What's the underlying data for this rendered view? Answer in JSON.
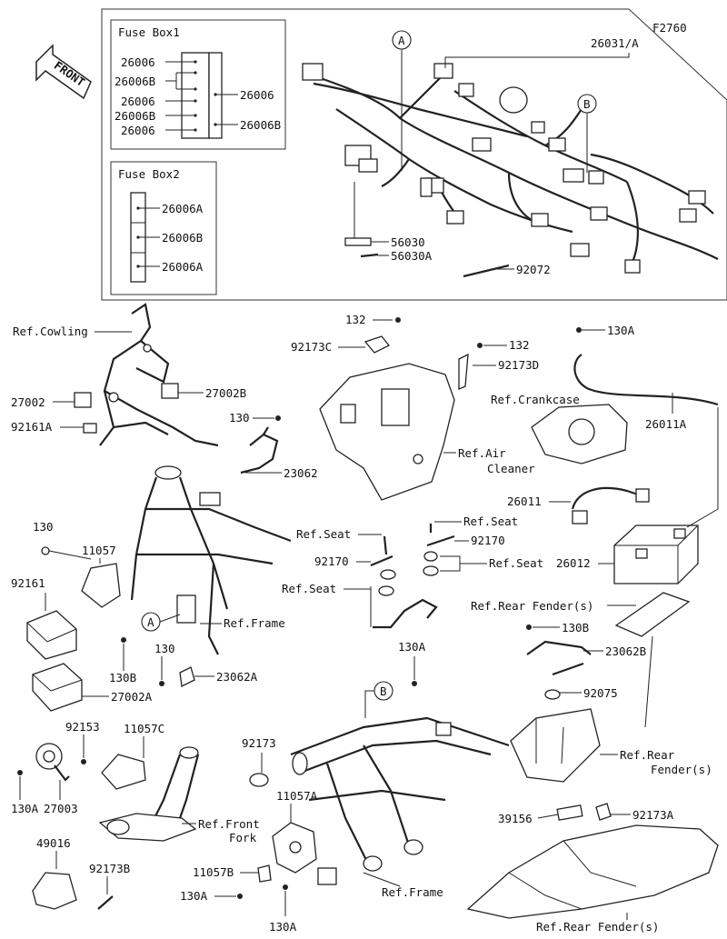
{
  "diagram_code": "F2760",
  "front_label": "FRONT",
  "fuse_box1": {
    "title": "Fuse Box1",
    "left_labels": [
      "26006",
      "26006B",
      "26006",
      "26006B",
      "26006"
    ],
    "right_labels": [
      "26006",
      "26006B"
    ]
  },
  "fuse_box2": {
    "title": "Fuse Box2",
    "labels": [
      "26006A",
      "26006B",
      "26006A"
    ]
  },
  "harness": {
    "main_part": "26031/A",
    "callout_a": "A",
    "callout_b": "B",
    "parts": [
      "56030",
      "56030A",
      "92072"
    ]
  },
  "labels": {
    "ref_cowling": "Ref.Cowling",
    "p27002": "27002",
    "p27002b": "27002B",
    "p92161a": "92161A",
    "p130_1": "130",
    "p23062": "23062",
    "p132_1": "132",
    "p92173c": "92173C",
    "p132_2": "132",
    "p92173d": "92173D",
    "ref_air_1": "Ref.Air",
    "ref_air_2": "Cleaner",
    "p130a_1": "130A",
    "ref_crankcase": "Ref.Crankcase",
    "p26011a": "26011A",
    "p26011": "26011",
    "p130_2": "130",
    "p11057": "11057",
    "p92161": "92161",
    "ref_seat_1": "Ref.Seat",
    "ref_seat_2": "Ref.Seat",
    "p92170_1": "92170",
    "p92170_2": "92170",
    "ref_seat_3": "Ref.Seat",
    "ref_seat_4": "Ref.Seat",
    "p26012": "26012",
    "ref_rear_fender_1": "Ref.Rear Fender(s)",
    "ref_frame_1": "Ref.Frame",
    "p130b_1": "130B",
    "p130_3": "130",
    "p23062a": "23062A",
    "p27002a": "27002A",
    "p130a_2": "130A",
    "p130b_2": "130B",
    "p23062b": "23062B",
    "p92075": "92075",
    "p92153": "92153",
    "p11057c": "11057C",
    "p92173": "92173",
    "ref_rear_fender_2a": "Ref.Rear",
    "ref_rear_fender_2b": "Fender(s)",
    "p130a_3": "130A",
    "p27003": "27003",
    "ref_front_fork_1": "Ref.Front",
    "ref_front_fork_2": "Fork",
    "p11057a": "11057A",
    "p39156": "39156",
    "p92173a": "92173A",
    "p49016": "49016",
    "p92173b": "92173B",
    "p11057b": "11057B",
    "p130a_4": "130A",
    "p130a_5": "130A",
    "ref_frame_2": "Ref.Frame",
    "ref_rear_fender_3": "Ref.Rear Fender(s)",
    "callout_a2": "A",
    "callout_b2": "B"
  }
}
